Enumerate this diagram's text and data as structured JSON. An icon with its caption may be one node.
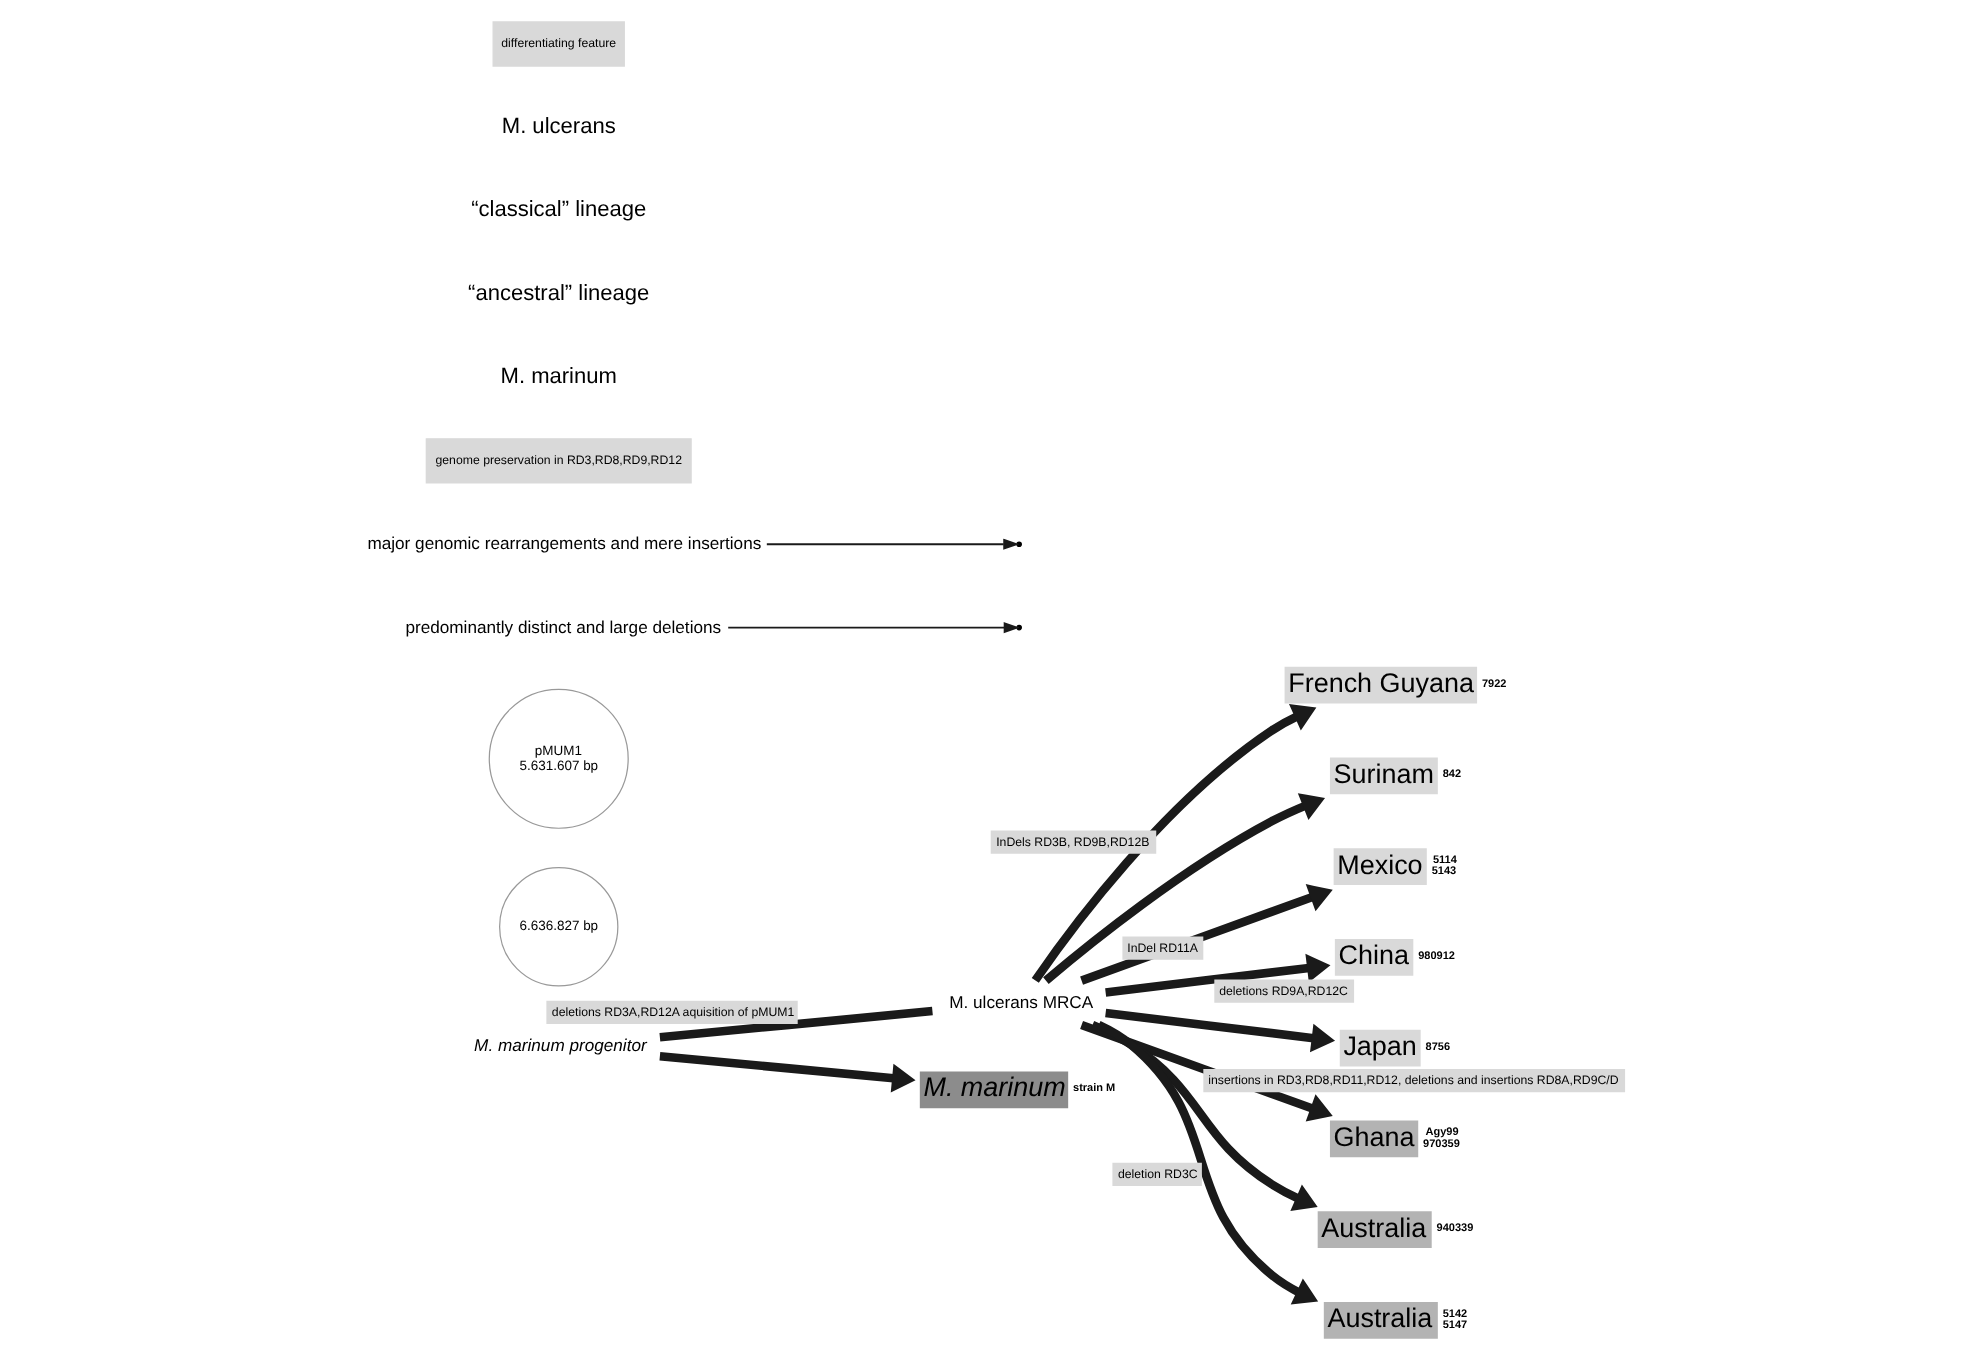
{
  "diagram": {
    "nodes": [
      {
        "text": [
          "M. marinum progenitor"
        ]
      },
      {
        "text": [
          "M. ulcerans MRCA"
        ]
      },
      {
        "text": [
          "M. marinum"
        ],
        "beside": [
          "strain M"
        ]
      },
      {
        "text": [
          "6.636.827 bp"
        ]
      },
      {
        "text": [
          "French Guyana"
        ],
        "beside": [
          "7922"
        ]
      },
      {
        "text": [
          "Surinam"
        ],
        "beside": [
          "842"
        ]
      },
      {
        "text": [
          "Mexico"
        ],
        "beside": [
          "5114",
          "5143"
        ]
      },
      {
        "text": [
          "China"
        ],
        "beside": [
          "980912"
        ]
      },
      {
        "text": [
          "Japan"
        ],
        "beside": [
          "8756"
        ]
      },
      {
        "text": [
          "pMUM1",
          "5.631.607 bp"
        ]
      },
      {
        "text": [
          "Ghana"
        ],
        "beside": [
          "Agy99",
          "970359"
        ]
      },
      {
        "text": [
          "Australia"
        ],
        "beside": [
          "940339"
        ]
      },
      {
        "text": [
          "Australia"
        ],
        "beside": [
          "5142",
          "5147"
        ]
      },
      {
        "text": [
          "predominantly distinct and large deletions"
        ]
      },
      {
        "text": [
          "major genomic rearrangements and mere insertions"
        ]
      }
    ],
    "edges": [
      {
        "from": 0,
        "to": 2,
        "arrow": "to"
      },
      {
        "from": 0,
        "to": 1,
        "arrow": "none",
        "label": "deletions RD3A,RD12A aquisition of pMUM1"
      },
      {
        "from": 1,
        "to": 4,
        "arrow": "to",
        "label": "InDels RD3B, RD9B,RD12B"
      },
      {
        "from": 1,
        "to": 5,
        "arrow": "to"
      },
      {
        "from": 1,
        "to": 6,
        "arrow": "to",
        "label": "InDel RD11A"
      },
      {
        "from": 1,
        "to": 7,
        "arrow": "to",
        "label": "deletions RD9A,RD12C"
      },
      {
        "from": 1,
        "to": 8,
        "arrow": "to"
      },
      {
        "from": 1,
        "to": 10,
        "arrow": "to",
        "label": "insertions in RD3,RD8,RD11,RD12, deletions and insertions RD8A,RD9C/D"
      },
      {
        "from": 1,
        "to": 11,
        "arrow": "to"
      },
      {
        "from": 1,
        "to": 12,
        "arrow": "to",
        "label": "deletion RD3C"
      },
      {
        "from": 13,
        "to": null,
        "arrow": "to"
      },
      {
        "from": 14,
        "to": null,
        "arrow": "to"
      }
    ],
    "labels": [
      "genome preservation in RD3,RD8,RD9,RD12",
      "M. marinum",
      "“ancestral” lineage",
      "“classical” lineage",
      "M. ulcerans",
      "differentiating feature"
    ]
  }
}
